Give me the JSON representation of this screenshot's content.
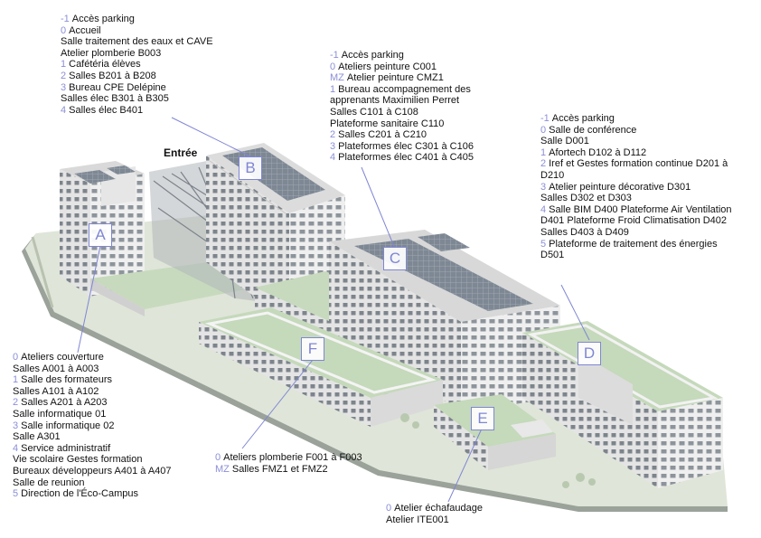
{
  "labels": {
    "entree": "Entrée",
    "markers": {
      "A": "A",
      "B": "B",
      "C": "C",
      "D": "D",
      "E": "E",
      "F": "F"
    }
  },
  "blocks": {
    "b": [
      {
        "level": "-1",
        "text": "Accès parking"
      },
      {
        "level": "0",
        "text": "Accueil"
      },
      {
        "level": "",
        "text": "Salle traitement des eaux et CAVE"
      },
      {
        "level": "",
        "text": "Atelier plomberie B003"
      },
      {
        "level": "1",
        "text": "Cafétéria élèves"
      },
      {
        "level": "2",
        "text": "Salles B201 à B208"
      },
      {
        "level": "3",
        "text": "Bureau CPE Delépine"
      },
      {
        "level": "",
        "text": "Salles élec B301 à B305"
      },
      {
        "level": "4",
        "text": "Salles élec B401"
      }
    ],
    "c": [
      {
        "level": "-1",
        "text": "Accès parking"
      },
      {
        "level": "0",
        "text": "Ateliers peinture C001"
      },
      {
        "level": "MZ",
        "text": "Atelier peinture CMZ1"
      },
      {
        "level": "1",
        "text": "Bureau accompagnement des"
      },
      {
        "level": "",
        "text": "apprenants Maximilien Perret"
      },
      {
        "level": "",
        "text": "Salles C101 à C108"
      },
      {
        "level": "",
        "text": "Plateforme  sanitaire C110"
      },
      {
        "level": "2",
        "text": "Salles C201 à C210"
      },
      {
        "level": "3",
        "text": "Plateformes élec C301 à C106"
      },
      {
        "level": "4",
        "text": "Plateformes élec C401 à C405"
      }
    ],
    "d": [
      {
        "level": "-1",
        "text": "Accès parking"
      },
      {
        "level": "0",
        "text": "Salle de conférence"
      },
      {
        "level": "",
        "text": "Salle D001"
      },
      {
        "level": "1",
        "text": "Afortech D102 à D112"
      },
      {
        "level": "2",
        "text": "Iref et Gestes formation continue D201 à D210"
      },
      {
        "level": "3",
        "text": "Atelier peinture décorative D301"
      },
      {
        "level": "",
        "text": "Salles D302 et D303"
      },
      {
        "level": "4",
        "text": "Salle BIM D400 Plateforme Air Ventilation"
      },
      {
        "level": "",
        "text": "D401 Plateforme Froid Climatisation D402"
      },
      {
        "level": "",
        "text": "Salles D403 à D409"
      },
      {
        "level": "5",
        "text": "Plateforme de traitement des énergies D501"
      }
    ],
    "a": [
      {
        "level": "0",
        "text": "Ateliers couverture"
      },
      {
        "level": "",
        "text": "Salles A001 à A003"
      },
      {
        "level": "1",
        "text": "Salle des formateurs"
      },
      {
        "level": "",
        "text": "Salles A101 à A102"
      },
      {
        "level": "2",
        "text": "Salles A201 à A203"
      },
      {
        "level": "",
        "text": "Salle informatique 01"
      },
      {
        "level": "3",
        "text": "Salle informatique 02"
      },
      {
        "level": "",
        "text": "Salle A301"
      },
      {
        "level": "4",
        "text": "Service administratif"
      },
      {
        "level": "",
        "text": "Vie scolaire Gestes formation"
      },
      {
        "level": "",
        "text": "Bureaux développeurs A401 à A407"
      },
      {
        "level": "",
        "text": "Salle de reunion"
      },
      {
        "level": "5",
        "text": "Direction de l'Éco-Campus"
      }
    ],
    "f": [
      {
        "level": "0",
        "text": "Ateliers plomberie F001 à F003"
      },
      {
        "level": "MZ",
        "text": "Salles FMZ1 et FMZ2"
      }
    ],
    "e": [
      {
        "level": "0",
        "text": "Atelier échafaudage"
      },
      {
        "level": "",
        "text": "Atelier ITE001"
      }
    ]
  },
  "colors": {
    "accent": "#7f86d4",
    "roof": "#c9dcc0",
    "wall": "#eeeeee",
    "glass": "#a9b1b9",
    "ground": "#d6ded0"
  }
}
